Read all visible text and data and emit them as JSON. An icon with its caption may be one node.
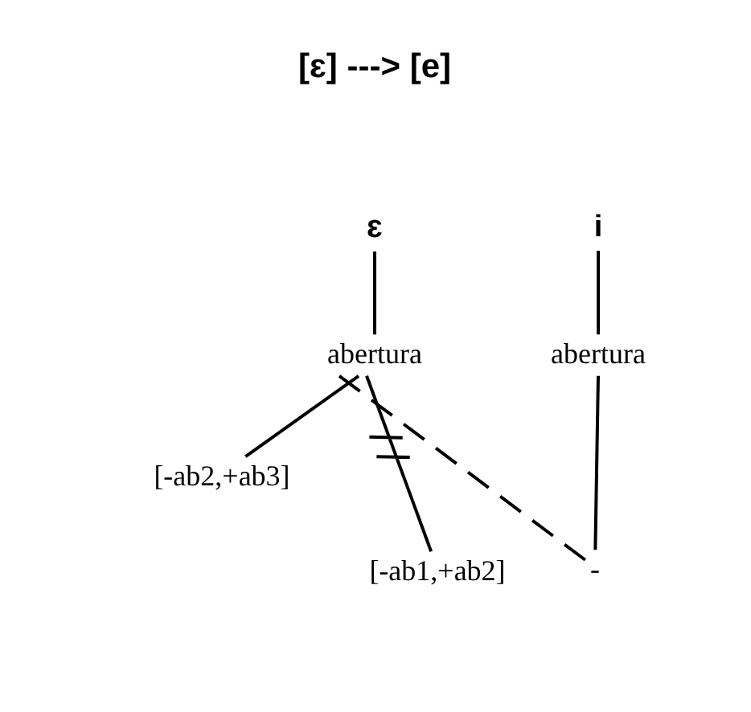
{
  "diagram": {
    "title": "[ɛ] ---> [e]",
    "nodes": [
      {
        "text": [
          "ɛ"
        ]
      },
      {
        "text": [
          "i"
        ]
      },
      {
        "text": [
          "abertura"
        ]
      },
      {
        "text": [
          "abertura"
        ]
      },
      {
        "text": [
          "[-ab2,+ab3]"
        ]
      },
      {
        "text": [
          "[-ab1,+ab2]"
        ]
      },
      {
        "text": [
          "-"
        ]
      }
    ],
    "edges": [
      {
        "from": 0,
        "to": 2,
        "arrow": "none"
      },
      {
        "from": 1,
        "to": 3,
        "arrow": "none"
      },
      {
        "from": 2,
        "to": 4,
        "arrow": "none"
      },
      {
        "from": 2,
        "to": 5,
        "arrow": "none"
      },
      {
        "from": 2,
        "to": 6,
        "arrow": "none",
        "style": "dashed"
      },
      {
        "from": 3,
        "to": 6,
        "arrow": "none"
      }
    ]
  }
}
